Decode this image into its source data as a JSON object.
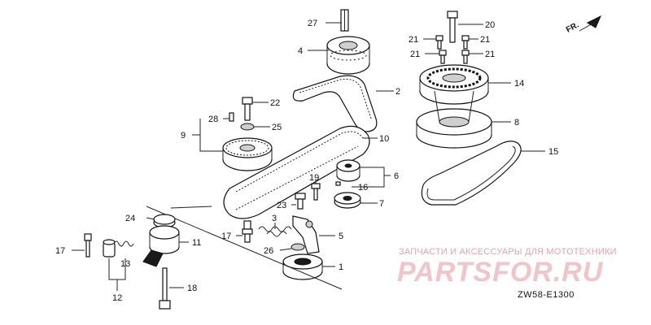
{
  "fr_label": "FR.",
  "watermark": {
    "line1": "ЗАПЧАСТИ И АКСЕССУАРЫ ДЛЯ МОТОТЕХНИКИ",
    "logo": "PARTSFOR.RU"
  },
  "diagram_code": "ZW58-E1300",
  "callouts": {
    "p1": "1",
    "p2": "2",
    "p3": "3",
    "p4": "4",
    "p5": "5",
    "p6": "6",
    "p7": "7",
    "p8": "8",
    "p9": "9",
    "p10": "10",
    "p11": "11",
    "p12": "12",
    "p13": "13",
    "p14": "14",
    "p15": "15",
    "p16": "16",
    "p17a": "17",
    "p17b": "17",
    "p18": "18",
    "p19": "19",
    "p20": "20",
    "p21a": "21",
    "p21b": "21",
    "p21c": "21",
    "p21d": "21",
    "p22": "22",
    "p23": "23",
    "p24": "24",
    "p25": "25",
    "p26": "26",
    "p27": "27",
    "p28": "28"
  },
  "colors": {
    "ink": "#111111",
    "watermark": "#f2c3c9"
  }
}
